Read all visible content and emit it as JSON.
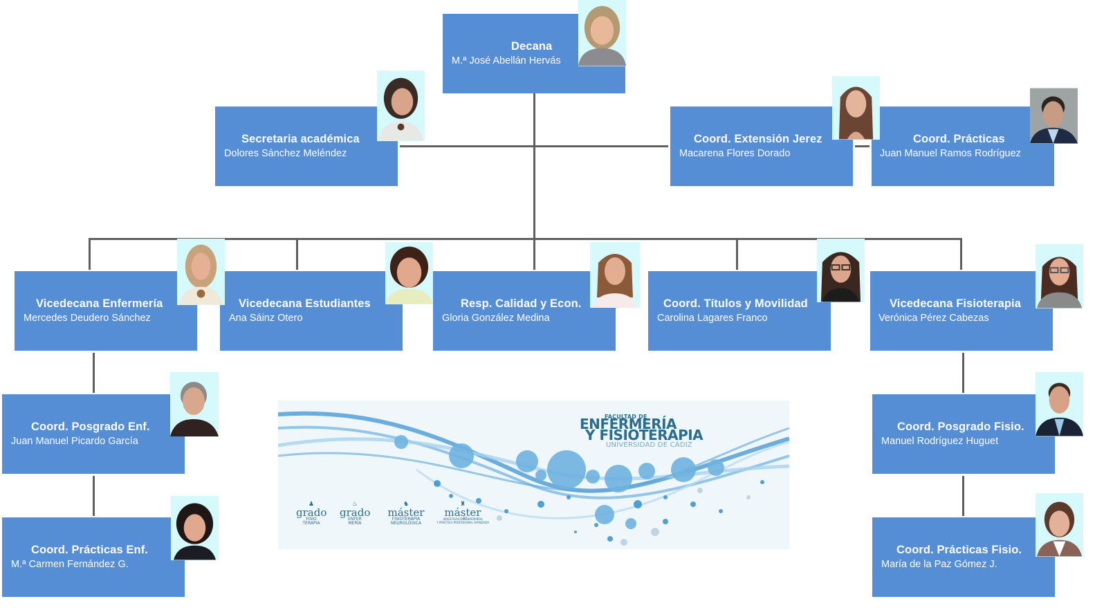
{
  "chart_title": "Organigrama Facultad de Enfermería y Fisioterapia",
  "colors": {
    "box_fill": "#558ed5",
    "box_text": "#ffffff",
    "connector": "#5f5f5f",
    "photo_background": "#d6fafb",
    "logo_background": "#eff7fb",
    "logo_text": "#2b6d8c"
  },
  "nodes": {
    "decana": {
      "role": "Decana",
      "person": "M.ª José Abellán Hervás",
      "photo": "portrait-woman-blonde"
    },
    "secretaria": {
      "role": "Secretaria académica",
      "person": "Dolores Sánchez Meléndez",
      "photo": "portrait-woman-dark-hair"
    },
    "coord_jerez": {
      "role": "Coord. Extensión Jerez",
      "person": "Macarena Flores Dorado",
      "photo": "portrait-woman-long-hair"
    },
    "coord_practicas": {
      "role": "Coord. Prácticas",
      "person": "Juan Manuel Ramos Rodríguez",
      "photo": "portrait-man-dark-hair"
    },
    "vice_enfermeria": {
      "role": "Vicedecana Enfermería",
      "person": "Mercedes Deudero Sánchez",
      "photo": "portrait-woman-blonde"
    },
    "vice_estudiantes": {
      "role": "Vicedecana Estudiantes",
      "person": "Ana Sáinz Otero",
      "photo": "portrait-woman-dark-hair"
    },
    "resp_calidad": {
      "role": "Resp. Calidad y Econ.",
      "person": "Gloria González Medina",
      "photo": "portrait-woman-brown-hair"
    },
    "coord_titulos": {
      "role": "Coord. Títulos y Movilidad",
      "person": "Carolina Lagares Franco",
      "photo": "portrait-woman-glasses"
    },
    "vice_fisioterapia": {
      "role": "Vicedecana Fisioterapia",
      "person": "Verónica Pérez Cabezas",
      "photo": "portrait-woman-glasses"
    },
    "posgrado_enf": {
      "role": "Coord. Posgrado Enf.",
      "person": "Juan Manuel Picardo García",
      "photo": "portrait-man-grey-hair"
    },
    "practicas_enf": {
      "role": "Coord. Prácticas Enf.",
      "person": "M.ª Carmen Fernández G.",
      "photo": "portrait-woman-dark-hair"
    },
    "posgrado_fisio": {
      "role": "Coord. Posgrado Fisio.",
      "person": "Manuel Rodríguez Huguet",
      "photo": "portrait-man-suit"
    },
    "practicas_fisio": {
      "role": "Coord. Prácticas Fisio.",
      "person": "María de la Paz Gómez J.",
      "photo": "portrait-woman-brown-hair"
    }
  },
  "edges": [
    [
      "decana",
      "secretaria"
    ],
    [
      "decana",
      "coord_jerez"
    ],
    [
      "coord_jerez",
      "coord_practicas"
    ],
    [
      "decana",
      "vice_enfermeria"
    ],
    [
      "decana",
      "vice_estudiantes"
    ],
    [
      "decana",
      "resp_calidad"
    ],
    [
      "decana",
      "coord_titulos"
    ],
    [
      "decana",
      "vice_fisioterapia"
    ],
    [
      "vice_enfermeria",
      "posgrado_enf"
    ],
    [
      "posgrado_enf",
      "practicas_enf"
    ],
    [
      "vice_fisioterapia",
      "posgrado_fisio"
    ],
    [
      "posgrado_fisio",
      "practicas_fisio"
    ]
  ],
  "logo": {
    "faculty_prefix": "FACULTAD DE",
    "faculty_line1": "ENFERMERÍA",
    "faculty_line2": "Y FISIOTERAPIA",
    "university": "UNIVERSIDAD DE CÁDIZ",
    "programs": [
      {
        "type": "grado",
        "line1": "FISIO",
        "line2": "TERAPIA"
      },
      {
        "type": "grado",
        "line1": "ENFER",
        "line2": "MERÍA"
      },
      {
        "type": "máster",
        "line1": "FISIOTERAPIA",
        "line2": "NEUROLÓGICA"
      },
      {
        "type": "máster",
        "line1": "INVESTIGACIÓN ENFERMERA",
        "line2": "Y PRÁCTICA PROFESIONAL AVANZADA"
      }
    ]
  }
}
